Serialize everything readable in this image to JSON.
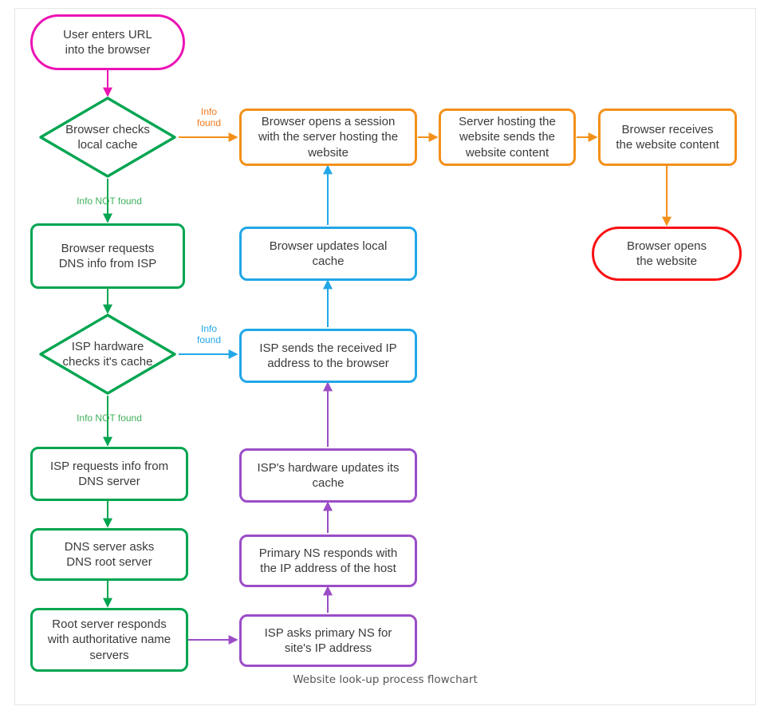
{
  "caption": "Website look-up process flowchart",
  "colors": {
    "pink": "#ec13b4",
    "green": "#00a550",
    "orange": "#f39019",
    "blue": "#22a7e8",
    "purple": "#9b4dc8",
    "red": "#fa0f12",
    "text": "#3b3b3b",
    "card_border": "#e6e6e6",
    "background": "#ffffff"
  },
  "nodes": {
    "start": {
      "label": "User enters URL\ninto the browser",
      "shape": "stadium",
      "color": "pink"
    },
    "browser_cache_check": {
      "label": "Browser checks\nlocal cache",
      "shape": "diamond",
      "color": "green"
    },
    "browser_requests_dns": {
      "label": "Browser requests\nDNS info from ISP",
      "shape": "rect",
      "color": "green"
    },
    "isp_cache_check": {
      "label": "ISP hardware\nchecks it's cache",
      "shape": "diamond",
      "color": "green"
    },
    "isp_requests_info": {
      "label": "ISP requests info from\nDNS server",
      "shape": "rect",
      "color": "green"
    },
    "dns_asks_root": {
      "label": "DNS server asks\nDNS root server",
      "shape": "rect",
      "color": "green"
    },
    "root_responds": {
      "label": "Root server responds\nwith authoritative name\nservers",
      "shape": "rect",
      "color": "green"
    },
    "isp_asks_ns": {
      "label": "ISP asks primary NS for\nsite's IP address",
      "shape": "rect",
      "color": "purple"
    },
    "ns_responds": {
      "label": "Primary NS responds with\nthe IP address of the host",
      "shape": "rect",
      "color": "purple"
    },
    "isp_updates_cache": {
      "label": "ISP's hardware updates its\ncache",
      "shape": "rect",
      "color": "purple"
    },
    "isp_sends_ip": {
      "label": "ISP sends the received IP\naddress to the browser",
      "shape": "rect",
      "color": "blue"
    },
    "browser_updates_cache": {
      "label": "Browser updates local\ncache",
      "shape": "rect",
      "color": "blue"
    },
    "browser_opens_session": {
      "label": "Browser opens a session\nwith the server hosting the\nwebsite",
      "shape": "rect",
      "color": "orange"
    },
    "server_sends_content": {
      "label": "Server hosting the\nwebsite sends the\nwebsite content",
      "shape": "rect",
      "color": "orange"
    },
    "browser_receives": {
      "label": "Browser receives\nthe website content",
      "shape": "rect",
      "color": "orange"
    },
    "browser_opens_site": {
      "label": "Browser opens\nthe website",
      "shape": "stadium",
      "color": "red"
    }
  },
  "edge_labels": {
    "cache_info_found": "Info\nfound",
    "cache_info_not_found": "Info NOT found",
    "isp_info_found": "Info\nfound",
    "isp_info_not_found": "Info NOT found"
  },
  "chart_data": {
    "type": "diagram",
    "title": "Website look-up process flowchart",
    "edges": [
      {
        "from": "start",
        "to": "browser_cache_check",
        "label": "",
        "color": "pink"
      },
      {
        "from": "browser_cache_check",
        "to": "browser_opens_session",
        "label": "Info found",
        "color": "orange"
      },
      {
        "from": "browser_cache_check",
        "to": "browser_requests_dns",
        "label": "Info NOT found",
        "color": "green"
      },
      {
        "from": "browser_requests_dns",
        "to": "isp_cache_check",
        "label": "",
        "color": "green"
      },
      {
        "from": "isp_cache_check",
        "to": "isp_sends_ip",
        "label": "Info found",
        "color": "blue"
      },
      {
        "from": "isp_cache_check",
        "to": "isp_requests_info",
        "label": "Info NOT found",
        "color": "green"
      },
      {
        "from": "isp_requests_info",
        "to": "dns_asks_root",
        "label": "",
        "color": "green"
      },
      {
        "from": "dns_asks_root",
        "to": "root_responds",
        "label": "",
        "color": "green"
      },
      {
        "from": "root_responds",
        "to": "isp_asks_ns",
        "label": "",
        "color": "purple"
      },
      {
        "from": "isp_asks_ns",
        "to": "ns_responds",
        "label": "",
        "color": "purple"
      },
      {
        "from": "ns_responds",
        "to": "isp_updates_cache",
        "label": "",
        "color": "purple"
      },
      {
        "from": "isp_updates_cache",
        "to": "isp_sends_ip",
        "label": "",
        "color": "purple"
      },
      {
        "from": "isp_sends_ip",
        "to": "browser_updates_cache",
        "label": "",
        "color": "blue"
      },
      {
        "from": "browser_updates_cache",
        "to": "browser_opens_session",
        "label": "",
        "color": "blue"
      },
      {
        "from": "browser_opens_session",
        "to": "server_sends_content",
        "label": "",
        "color": "orange"
      },
      {
        "from": "server_sends_content",
        "to": "browser_receives",
        "label": "",
        "color": "orange"
      },
      {
        "from": "browser_receives",
        "to": "browser_opens_site",
        "label": "",
        "color": "orange"
      }
    ]
  }
}
